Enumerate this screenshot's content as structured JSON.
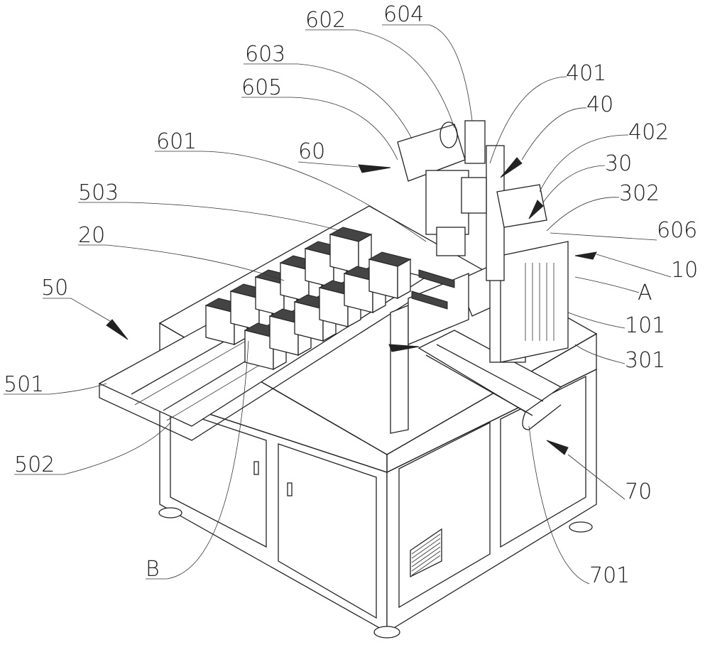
{
  "figure": {
    "labels": {
      "l602": "602",
      "l604": "604",
      "l603": "603",
      "l605": "605",
      "l601": "601",
      "l60": "60",
      "l503": "503",
      "l20": "20",
      "l50": "50",
      "l501": "501",
      "l502": "502",
      "lB": "B",
      "l401": "401",
      "l40": "40",
      "l402": "402",
      "l30": "30",
      "l302": "302",
      "l606": "606",
      "l10": "10",
      "lA": "A",
      "l101": "101",
      "l301": "301",
      "l70": "70",
      "l701": "701"
    }
  }
}
